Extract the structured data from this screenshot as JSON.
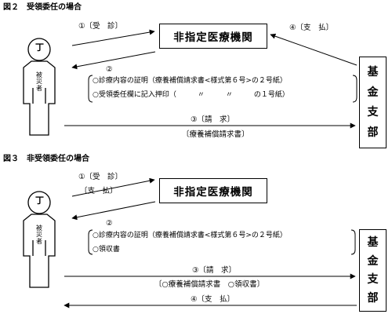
{
  "fig2": {
    "title": "図２　受領委任の場合",
    "clinic": "非指定医療機関",
    "person_mark": "丁",
    "person_label": [
      "被",
      "災",
      "者"
    ],
    "fund": [
      "基",
      "金",
      "支",
      "部"
    ],
    "step1": "①〔受　診〕",
    "step2_num": "②",
    "step2_items": [
      "○診療内容の証明（療養補償請求書<様式第６号>の２号紙）",
      "○受領委任欄に記入押印（　　　〃　　　〃　　　の１号紙）"
    ],
    "step3": "③〔請　求〕",
    "step3_doc": "〔療養補償請求書〕",
    "step4": "④〔支　払〕"
  },
  "fig3": {
    "title": "図３　非受領委任の場合",
    "clinic": "非指定医療機関",
    "person_mark": "丁",
    "person_label": [
      "被",
      "災",
      "者"
    ],
    "fund": [
      "基",
      "金",
      "支",
      "部"
    ],
    "step1": "①〔受　診〕",
    "step1_pay": "〔支　払〕",
    "step2_num": "②",
    "step2_items": [
      "○診療内容の証明（療養補償請求書<様式第６号>の２号紙）",
      "○領収書"
    ],
    "step3": "③〔請　求〕",
    "step3_doc": "〔○療養補償請求書　○領収書〕",
    "step4": "④〔支　払〕"
  }
}
